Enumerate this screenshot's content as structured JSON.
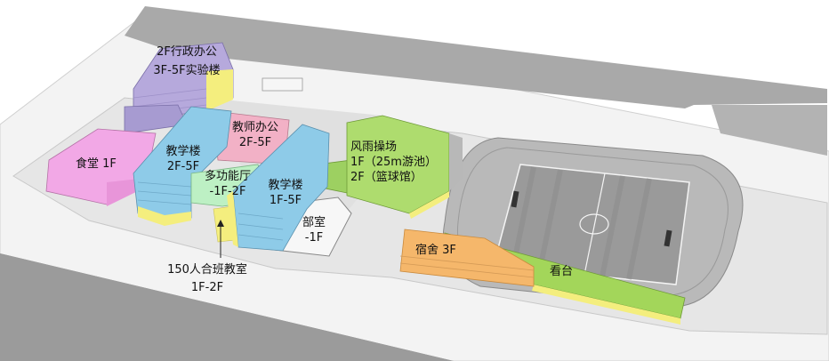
{
  "labels": {
    "admin_line1": "2F行政办公",
    "admin_line2": "3F-5F实验楼",
    "teacher_office_line1": "教师办公",
    "teacher_office_line2": "2F-5F",
    "teaching_west_line1": "教学楼",
    "teaching_west_line2": "2F-5F",
    "canteen": "食堂 1F",
    "multi_line1": "多功能厅",
    "multi_line2": "-1F-2F",
    "teaching_east_line1": "教学楼",
    "teaching_east_line2": "1F-5F",
    "dept_line1": "部室",
    "dept_line2": "-1F",
    "gym_line1": "风雨操场",
    "gym_line2": "1F（25m游池）",
    "gym_line3": "2F（篮球馆）",
    "dorm": "宿舍 3F",
    "stand": "看台",
    "class150_line1": "150人合班教室",
    "class150_line2": "1F-2F"
  },
  "colors": {
    "admin": "#b6a9dc",
    "teaching": "#8ecbe8",
    "teacher_office": "#f2b1c6",
    "canteen": "#f2a8e6",
    "multi": "#bdf0c4",
    "gym": "#aedc6e",
    "dorm": "#f5b76b",
    "stand": "#a3d65a",
    "accent_yellow": "#f4ee7e",
    "road": "#adadad",
    "ground": "#ededed"
  }
}
